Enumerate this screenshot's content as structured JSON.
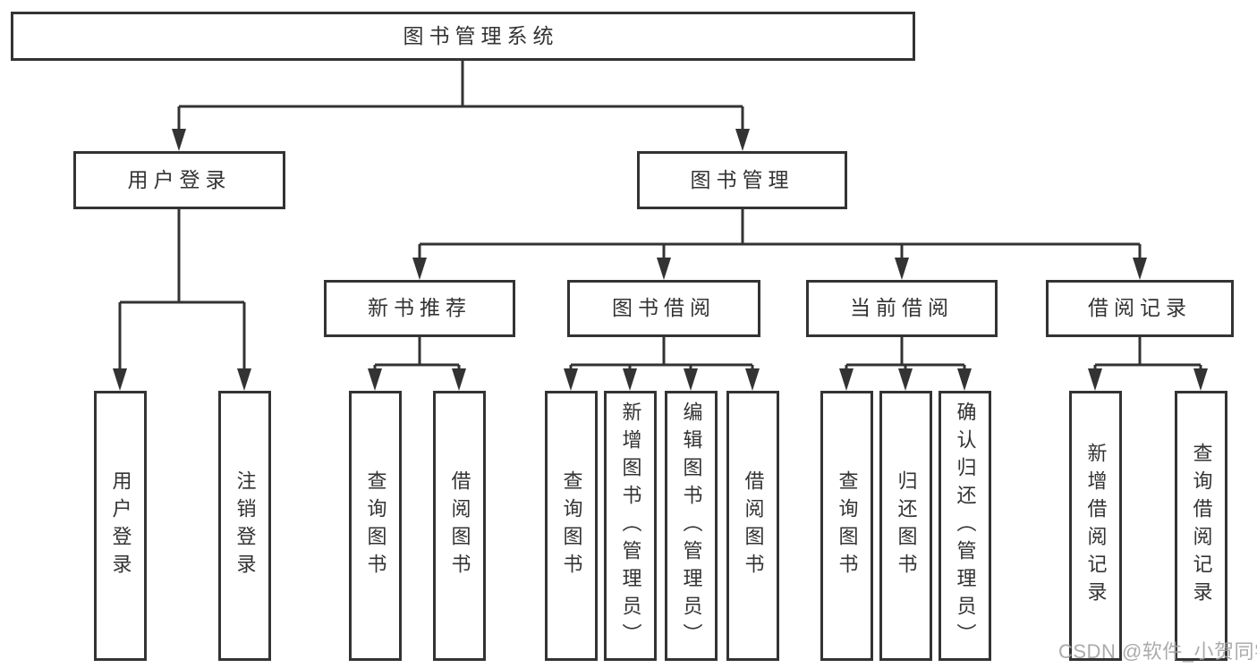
{
  "diagram_title": "图书管理系统",
  "tree": {
    "root": {
      "label": "图书管理系统",
      "children": [
        {
          "label": "用户登录",
          "children": [
            {
              "label": "用户登录"
            },
            {
              "label": "注销登录"
            }
          ]
        },
        {
          "label": "图书管理",
          "children": [
            {
              "label": "新书推荐",
              "children": [
                {
                  "label": "查询图书"
                },
                {
                  "label": "借阅图书"
                }
              ]
            },
            {
              "label": "图书借阅",
              "children": [
                {
                  "label": "查询图书"
                },
                {
                  "label": "新增图书（管理员）"
                },
                {
                  "label": "编辑图书（管理员）"
                },
                {
                  "label": "借阅图书"
                }
              ]
            },
            {
              "label": "当前借阅",
              "children": [
                {
                  "label": "查询图书"
                },
                {
                  "label": "归还图书"
                },
                {
                  "label": "确认归还（管理员）"
                }
              ]
            },
            {
              "label": "借阅记录",
              "children": [
                {
                  "label": "新增借阅记录"
                },
                {
                  "label": "查询借阅记录"
                }
              ]
            }
          ]
        }
      ]
    }
  },
  "watermark": {
    "text": "CSDN @软件_小贺同学"
  },
  "colors": {
    "line": "#333333",
    "box_border": "#333333",
    "text": "#333333",
    "background": "#ffffff",
    "watermark": "#a3a3a3"
  }
}
